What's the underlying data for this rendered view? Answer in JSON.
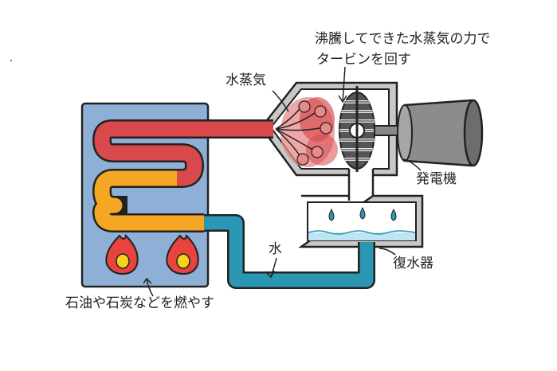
{
  "labels": {
    "steam": "水蒸気",
    "turbine_line1": "沸騰してできた水蒸気の力で",
    "turbine_line2": "タービンを回す",
    "generator": "発電機",
    "water": "水",
    "condenser": "復水器",
    "fuel": "石油や石炭などを燃やす"
  },
  "colors": {
    "boiler": "#8fb0d6",
    "steam_pipe": "#d9484a",
    "hot_water_pipe": "#f5a623",
    "water_pipe": "#2a97b3",
    "condenser_water": "#bfe4f2",
    "generator": "#8c8c8c",
    "flame": "#e8433f",
    "flame_core": "#f7d21c",
    "steam_cloud": "#e88a8a",
    "outline": "#222222"
  },
  "icons": [
    "flame-icon",
    "water-drop-icon",
    "turbine-icon",
    "generator-icon"
  ]
}
